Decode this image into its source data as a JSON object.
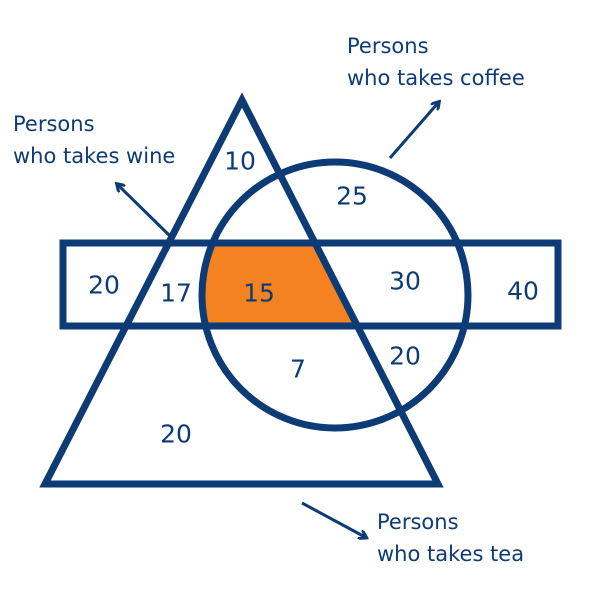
{
  "colors": {
    "outline": "#0d3b75",
    "highlight": "#f58220"
  },
  "labels": {
    "coffee": [
      "Persons",
      "who takes coffee"
    ],
    "wine": [
      "Persons",
      "who takes wine"
    ],
    "tea": [
      "Persons",
      "who takes tea"
    ]
  },
  "regions": {
    "wine_only": "10",
    "coffee_only": "25",
    "rect_only": "20",
    "rect_wine": "17",
    "all_three": "15",
    "rect_coffee": "30",
    "rect_right": "40",
    "wine_coffee": "7",
    "coffee_tea": "20",
    "wine_bottom": "20"
  }
}
